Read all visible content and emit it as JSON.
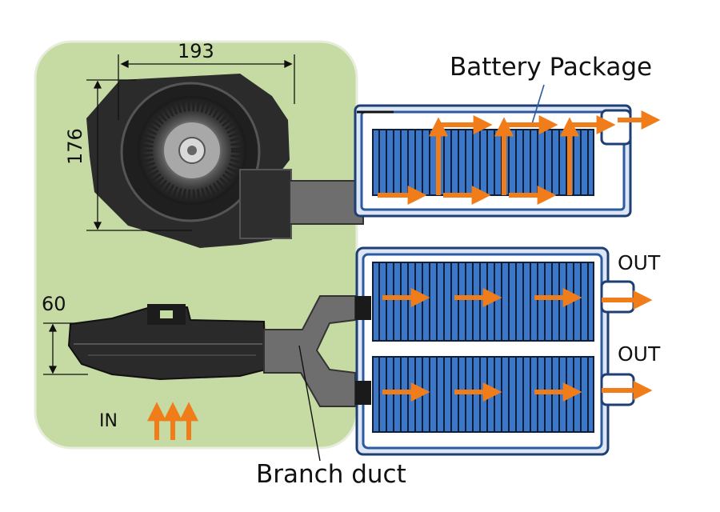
{
  "labels": {
    "battery_package": "Battery Package",
    "branch_duct": "Branch duct",
    "out_top": "OUT",
    "out_bottom": "OUT",
    "inlet": "IN"
  },
  "dimensions": {
    "width": "193",
    "height": "176",
    "thickness": "60"
  },
  "colors": {
    "panel_green": "#c6dba3",
    "battery_blue": "#3d78c8",
    "cell_line": "#0f1f3a",
    "frame_navy": "#1f3f74",
    "airflow_orange": "#f07d1a",
    "duct_gray": "#6e6e6e"
  }
}
